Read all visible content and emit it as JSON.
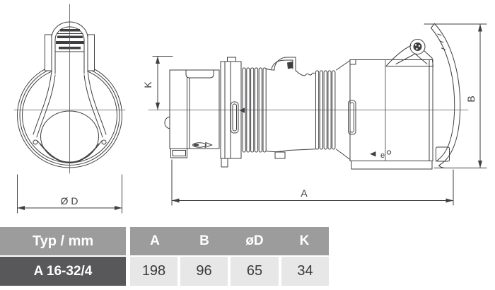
{
  "drawing": {
    "front_view": {
      "dim_d_label": "Ø D"
    },
    "side_view": {
      "dim_k_label": "K",
      "dim_b_label": "B",
      "dim_a_label": "A",
      "cert_mark": "e"
    },
    "line_color": "#3f3f42"
  },
  "table": {
    "header": {
      "type_label": "Typ / mm",
      "columns": [
        "A",
        "B",
        "øD",
        "K"
      ]
    },
    "row": {
      "type": "A 16-32/4",
      "values": [
        "198",
        "96",
        "65",
        "34"
      ]
    },
    "colors": {
      "header_bg": "#9c9c9c",
      "type_cell_bg": "#58585a",
      "value_cell_bg": "#e7e7e7",
      "header_text": "#ffffff",
      "value_text": "#3a3a3b"
    }
  }
}
